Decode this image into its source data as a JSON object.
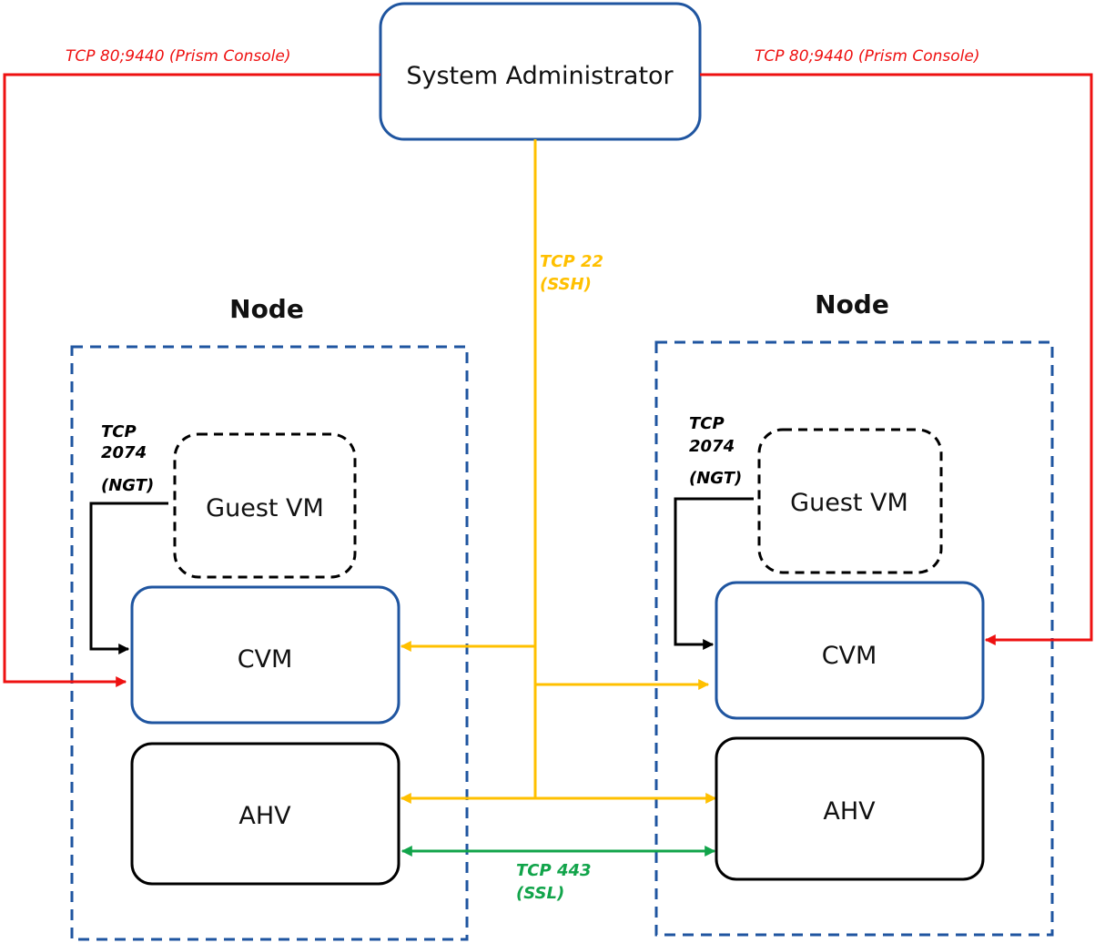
{
  "admin": {
    "label": "System Administrator"
  },
  "nodes": [
    {
      "title": "Node",
      "guest_vm": "Guest VM",
      "cvm": "CVM",
      "ahv": "AHV",
      "ngt": {
        "line1": "TCP",
        "line2": "2074",
        "line3": "(NGT)"
      }
    },
    {
      "title": "Node",
      "guest_vm": "Guest VM",
      "cvm": "CVM",
      "ahv": "AHV",
      "ngt": {
        "line1": "TCP",
        "line2": "2074",
        "line3": "(NGT)"
      }
    }
  ],
  "connections": {
    "prism_left": "TCP 80;9440 (Prism Console)",
    "prism_right": "TCP 80;9440 (Prism Console)",
    "ssh": {
      "line1": "TCP 22",
      "line2": "(SSH)"
    },
    "ssl": {
      "line1": "TCP 443",
      "line2": "(SSL)"
    }
  },
  "colors": {
    "prism": "#ee1111",
    "ssh": "#ffc000",
    "ssl": "#11a44a",
    "ngt": "#000000",
    "node_border": "#1f55a0",
    "cvm_border": "#1f55a0",
    "admin_border": "#1f55a0",
    "guest_border": "#000000",
    "ahv_border": "#000000"
  }
}
